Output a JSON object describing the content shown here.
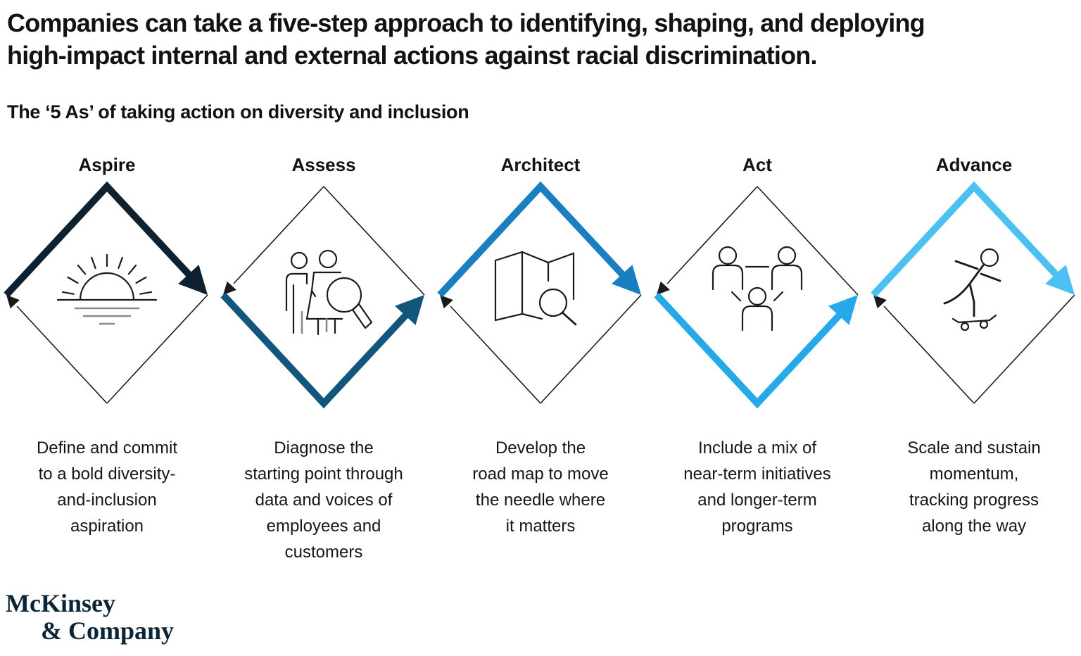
{
  "page": {
    "heading": "Companies can take a five-step approach to identifying, shaping, and deploying\nhigh-impact internal and external actions against racial discrimination.",
    "subtitle": "The ‘5 As’ of taking action on diversity and inclusion",
    "background": "#FFFFFF"
  },
  "palette": {
    "text": "#131313",
    "thin_line": "#1A1A1A",
    "icon_gray": "#8A8A8A",
    "logo_navy": "#0B2537"
  },
  "steps": [
    {
      "title": "Aspire",
      "icon": "sunrise",
      "arrow_position": "top",
      "arrow_color": "#0D2130",
      "description": "Define and commit\nto a bold diversity-\nand-inclusion\naspiration"
    },
    {
      "title": "Assess",
      "icon": "people-search",
      "arrow_position": "bottom",
      "arrow_color": "#12557D",
      "description": "Diagnose the\nstarting point through\ndata and voices of\nemployees and\ncustomers"
    },
    {
      "title": "Architect",
      "icon": "map-search",
      "arrow_position": "top",
      "arrow_color": "#1A7FC1",
      "description": "Develop the\nroad map to move\nthe needle where\nit matters"
    },
    {
      "title": "Act",
      "icon": "team",
      "arrow_position": "bottom",
      "arrow_color": "#25A9E9",
      "description": "Include a mix of\nnear-term initiatives\nand longer-term\nprograms"
    },
    {
      "title": "Advance",
      "icon": "skateboarder",
      "arrow_position": "top",
      "arrow_color": "#4CC0F1",
      "description": "Scale and sustain\nmomentum,\ntracking progress\nalong the way"
    }
  ],
  "footer": {
    "logo_line1": "McKinsey",
    "logo_line2": "& Company"
  }
}
